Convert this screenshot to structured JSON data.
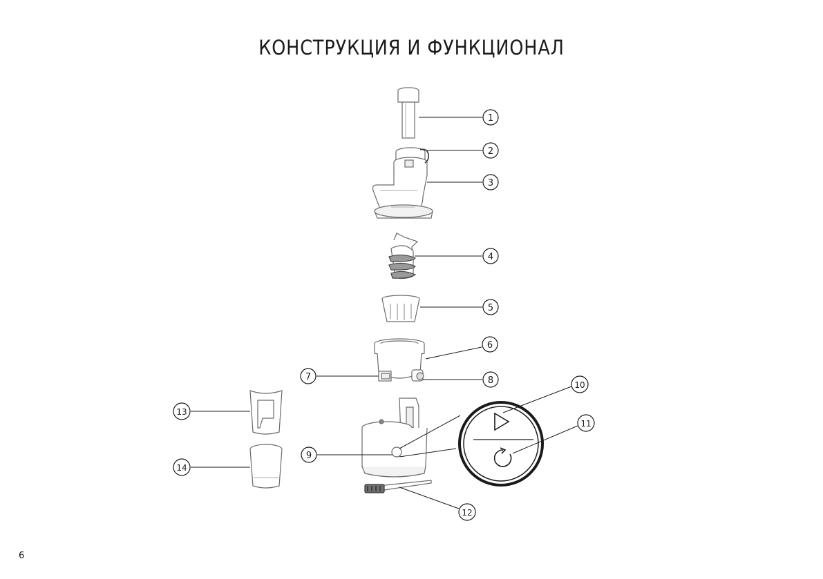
{
  "page": {
    "title": "КОНСТРУКЦИЯ И ФУНКЦИОНАЛ",
    "page_number": "6"
  },
  "callouts": [
    "1",
    "2",
    "3",
    "4",
    "5",
    "6",
    "7",
    "8",
    "9",
    "10",
    "11",
    "12",
    "13",
    "14"
  ],
  "colors": {
    "line": "#1a1a1a",
    "part_stroke": "#6a6a6a",
    "part_fill": "#ffffff",
    "part_shade": "#e9e9e9"
  },
  "icons": {
    "play": "play-icon",
    "reverse": "reverse-icon"
  }
}
